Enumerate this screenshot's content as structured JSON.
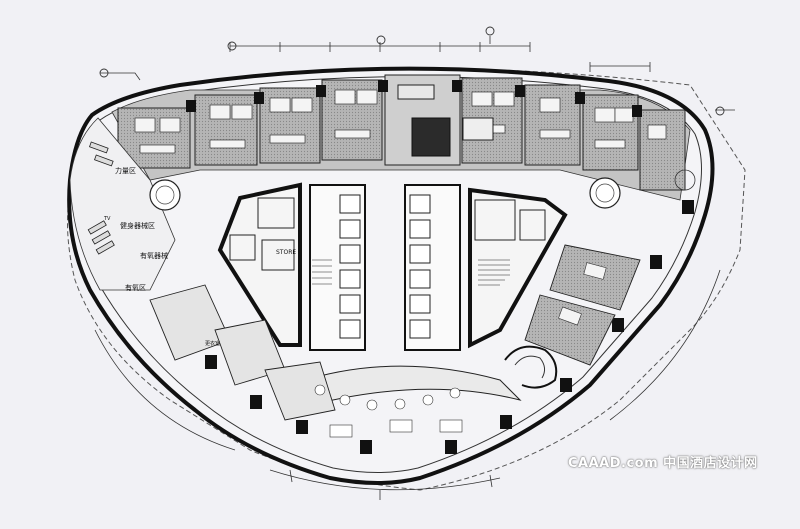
{
  "plan": {
    "labels": {
      "store": "STORE",
      "fitness": "力量区",
      "fitness_sub": "健身器械区",
      "aerobic": "有氧区",
      "aerobic_sub": "有氧器械",
      "locker": "更衣室",
      "tv": "TV"
    }
  },
  "watermark": {
    "text": "CAAAD.com 中国酒店设计网"
  },
  "colors": {
    "background": "#f1f1f5",
    "line": "#2a2a2a",
    "shade": "#a9a9a9",
    "dark_block": "#1e1e1e"
  }
}
